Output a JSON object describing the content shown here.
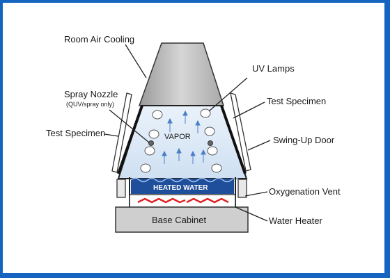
{
  "labels": {
    "room_air_cooling": "Room Air Cooling",
    "spray_nozzle": "Spray Nozzle",
    "spray_nozzle_note": "(QUV/spray only)",
    "test_specimen_left": "Test Specimen",
    "uv_lamps": "UV Lamps",
    "test_specimen_right": "Test Specimen",
    "swing_up_door": "Swing-Up Door",
    "oxygenation_vent": "Oxygenation Vent",
    "water_heater": "Water Heater",
    "vapor": "VAPOR",
    "heated_water": "HEATED WATER",
    "base_cabinet": "Base Cabinet"
  },
  "colors": {
    "frame_border": "#1565c0",
    "chamber_fill": "#dce9f6",
    "water": "#1f4e9a",
    "heater": "#e02020",
    "cabinet": "#cfcfcf",
    "hood": "#b8b8b8"
  }
}
